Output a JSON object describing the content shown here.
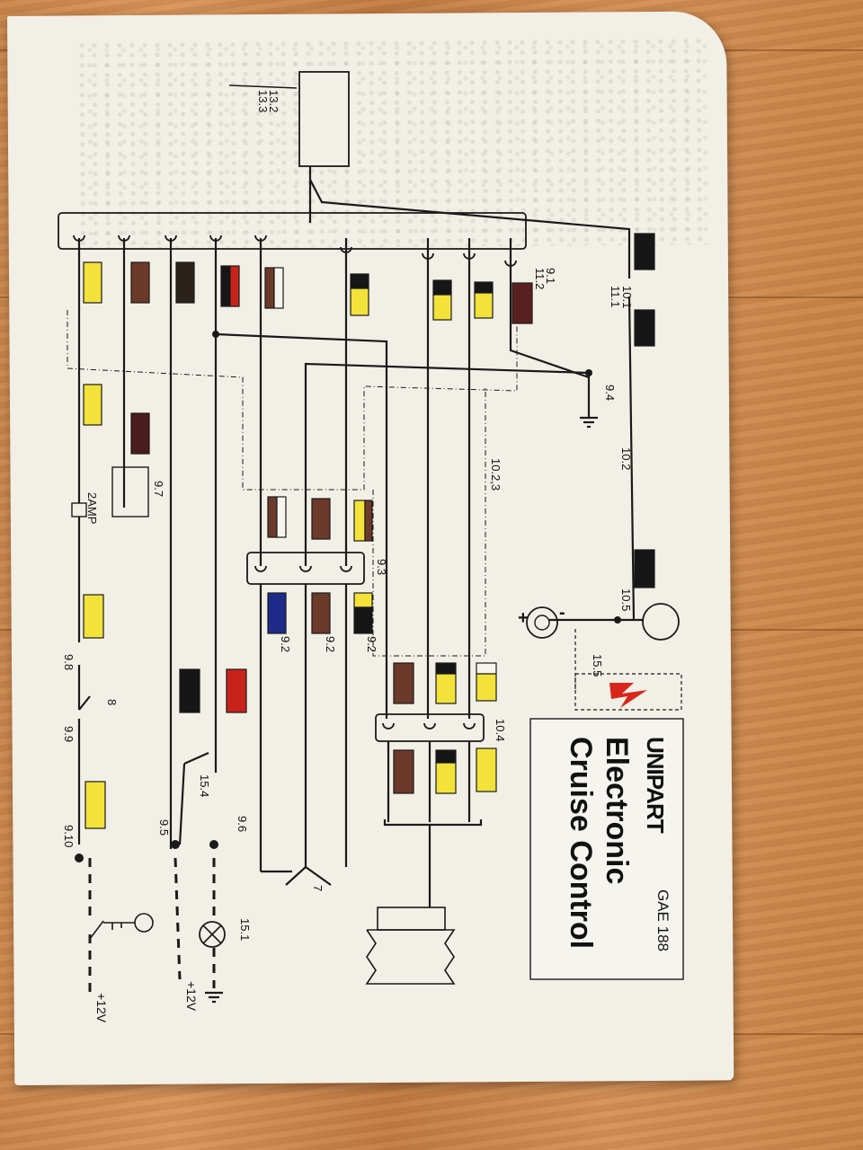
{
  "brand": "UNIPART",
  "product_code": "GAE 188",
  "title_line1": "Electronic",
  "title_line2": "Cruise Control",
  "labels": {
    "l_13_2": "13.2",
    "l_13_3": "13.3",
    "l_9_1": "9.1",
    "l_11_2": "11.2",
    "l_10_1": "10.1",
    "l_11_1": "11.1",
    "l_9_4": "9.4",
    "l_10_2": "10.2",
    "l_10_2_3": "10.2,3",
    "l_9_7": "9.7",
    "l_2amp": "2AMP",
    "l_9_3": "9.3",
    "l_9_2a": "9.2",
    "l_9_2b": "9.2",
    "l_9_2c": "9.2",
    "l_10_5": "10.5",
    "l_15_5": "15.5",
    "l_9_8": "9.8",
    "l_8": "8",
    "l_9_9": "9.9",
    "l_10_4": "10.4",
    "l_15_4": "15.4",
    "l_9_10": "9.10",
    "l_9_5": "9.5",
    "l_9_6": "9.6",
    "l_7": "7",
    "l_15_1": "15.1",
    "l_plus_12v_a": "+12V",
    "l_plus_12v_b": "+12V",
    "l_plus": "+",
    "l_minus": "-"
  },
  "colors": {
    "yellow": "#f2e23a",
    "brown": "#6b3a2a",
    "black": "#161616",
    "red": "#c8231b",
    "blue": "#1d2a8a",
    "dark_red": "#5a1f1f",
    "wire": "#1a1a1a"
  }
}
